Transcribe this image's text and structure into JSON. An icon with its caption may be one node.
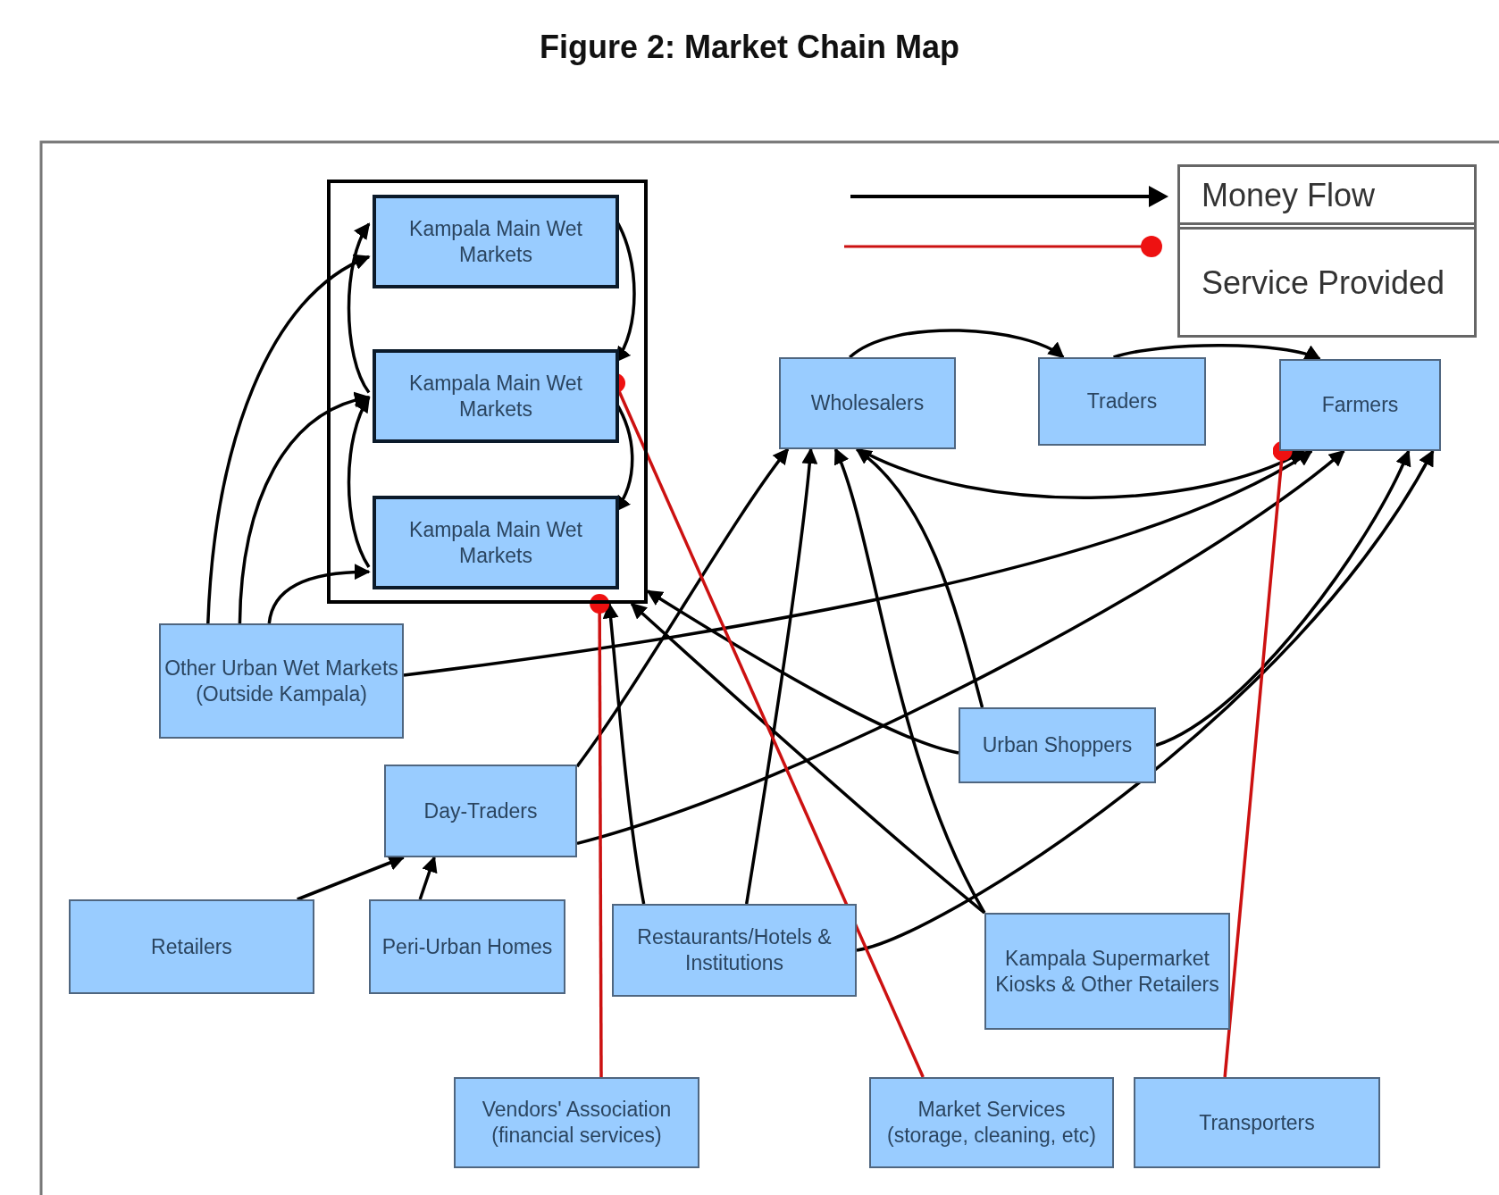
{
  "diagram": {
    "title": "Figure 2: Market Chain Map",
    "nodes": [
      {
        "text": [],
        "shape": "box"
      },
      {
        "text": [
          "Kampala Main Wet Markets"
        ],
        "in": 0
      },
      {
        "text": [
          "Kampala Main Wet Markets"
        ],
        "in": 0
      },
      {
        "text": [
          "Kampala Main Wet Markets"
        ],
        "in": 0
      },
      {
        "text": [
          "Wholesalers"
        ]
      },
      {
        "text": [
          "Traders"
        ]
      },
      {
        "text": [
          "Farmers"
        ]
      },
      {
        "text": [
          "Other Urban Wet Markets (Outside Kampala)"
        ]
      },
      {
        "text": [
          "Urban Shoppers"
        ]
      },
      {
        "text": [
          "Day-Traders"
        ]
      },
      {
        "text": [
          "Retailers"
        ]
      },
      {
        "text": [
          "Peri-Urban Homes"
        ]
      },
      {
        "text": [
          "Restaurants/Hotels & Institutions"
        ]
      },
      {
        "text": [
          "Kampala Supermarket Kiosks & Other Retailers"
        ]
      },
      {
        "text": [
          "Vendors' Association (financial services)"
        ]
      },
      {
        "text": [
          "Market Services (storage, cleaning, etc)"
        ]
      },
      {
        "text": [
          "Transporters"
        ]
      }
    ],
    "edges": [
      {
        "from": 1,
        "to": 2,
        "arrow": "to"
      },
      {
        "from": 2,
        "to": 3,
        "arrow": "to"
      },
      {
        "from": 2,
        "to": 1,
        "arrow": "to"
      },
      {
        "from": 3,
        "to": 2,
        "arrow": "to"
      },
      {
        "from": 7,
        "to": 1,
        "arrow": "to"
      },
      {
        "from": 7,
        "to": 2,
        "arrow": "to"
      },
      {
        "from": 7,
        "to": 3,
        "arrow": "to"
      },
      {
        "from": 7,
        "to": 6,
        "arrow": "to"
      },
      {
        "from": 4,
        "to": 5,
        "arrow": "to"
      },
      {
        "from": 5,
        "to": 6,
        "arrow": "to"
      },
      {
        "from": 4,
        "to": 6,
        "arrow": "to"
      },
      {
        "from": 9,
        "to": 4,
        "arrow": "to"
      },
      {
        "from": 9,
        "to": 6,
        "arrow": "to"
      },
      {
        "from": 10,
        "to": 9,
        "arrow": "to"
      },
      {
        "from": 11,
        "to": 9,
        "arrow": "to"
      },
      {
        "from": 12,
        "to": 4,
        "arrow": "to"
      },
      {
        "from": 12,
        "to": 0,
        "arrow": "to"
      },
      {
        "from": 12,
        "to": 6,
        "arrow": "to"
      },
      {
        "from": 8,
        "to": 4,
        "arrow": "to"
      },
      {
        "from": 8,
        "to": 0,
        "arrow": "to"
      },
      {
        "from": 8,
        "to": 6,
        "arrow": "to"
      },
      {
        "from": 13,
        "to": 4,
        "arrow": "to"
      },
      {
        "from": 13,
        "to": 0,
        "arrow": "to"
      },
      {
        "from": 14,
        "to": 0,
        "arrow": "other",
        "color": "#cc1111"
      },
      {
        "from": 15,
        "to": 2,
        "arrow": "other",
        "color": "#cc1111"
      },
      {
        "from": 16,
        "to": 6,
        "arrow": "other",
        "color": "#cc1111"
      }
    ],
    "legend": [
      {
        "text": "Money Flow"
      },
      {
        "text": "Service Provided"
      }
    ]
  }
}
